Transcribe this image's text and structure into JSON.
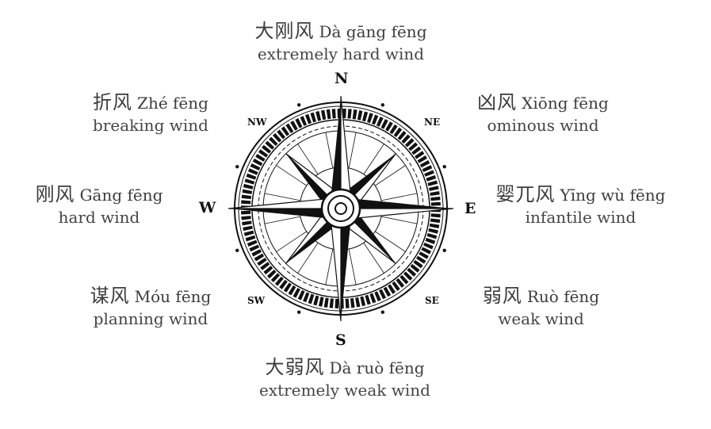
{
  "directions": {
    "n": "N",
    "s": "S",
    "e": "E",
    "w": "W",
    "ne": "NE",
    "nw": "NW",
    "se": "SE",
    "sw": "SW"
  },
  "winds": {
    "n": {
      "zh": "大刚风",
      "pinyin": "Dà gāng fēng",
      "en": "extremely hard wind"
    },
    "nw": {
      "zh": "折风",
      "pinyin": "Zhé fēng",
      "en": "breaking wind"
    },
    "ne": {
      "zh": "凶风",
      "pinyin": "Xiōng fēng",
      "en": "ominous wind"
    },
    "w": {
      "zh": "刚风",
      "pinyin": "Gāng fēng",
      "en": "hard wind"
    },
    "e": {
      "zh": "婴兀风",
      "pinyin": "Yīng wù fēng",
      "en": "infantile wind"
    },
    "sw": {
      "zh": "谋风",
      "pinyin": "Móu fēng",
      "en": "planning wind"
    },
    "se": {
      "zh": "弱风",
      "pinyin": "Ruò fēng",
      "en": "weak wind"
    },
    "s": {
      "zh": "大弱风",
      "pinyin": "Dà ruò fēng",
      "en": "extremely weak wind"
    }
  },
  "colors": {
    "ink": "#111111",
    "text": "#3a3a3a"
  }
}
